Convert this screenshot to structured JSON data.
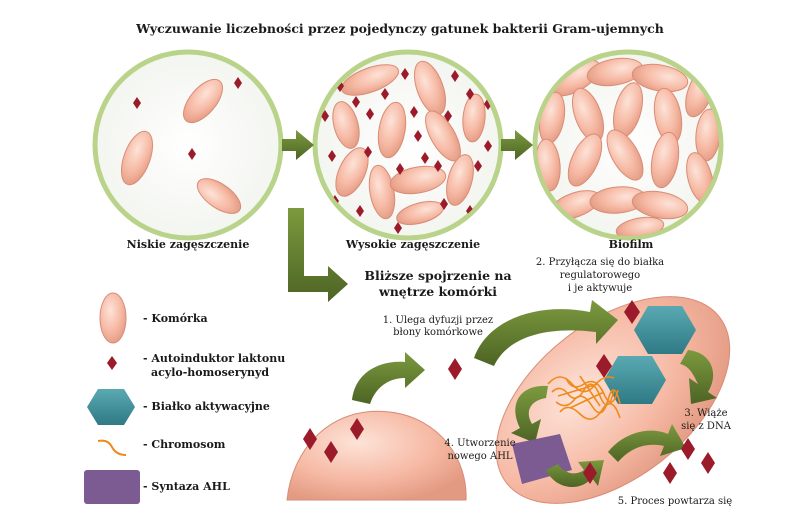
{
  "title": "Wyczuwanie liczebności przez pojedynczy gatunek bakterii Gram-ujemnych",
  "stages": {
    "low": "Niskie zagęszczenie",
    "high": "Wysokie zagęszczenie",
    "biofilm": "Biofilm"
  },
  "closer_look": "Bliższe spojrzenie na wnętrze komórki",
  "legend": {
    "cell": "- Komórka",
    "autoinducer_1": "- Autoinduktor laktonu",
    "autoinducer_2": "acylo-homoserynyd",
    "activator": "- Białko aktywacyjne",
    "chromosome": "- Chromosom",
    "synthase": "- Syntaza AHL"
  },
  "steps": {
    "s1": "1. Ulega dyfuzji przez błony komórkowe",
    "s2_1": "2. Przyłącza się do białka",
    "s2_2": "regulatorowego",
    "s2_3": "i je aktywuje",
    "s3_1": "3. Wiąże",
    "s3_2": "się z DNA",
    "s4_1": "4. Utworzenie",
    "s4_2": "nowego AHL",
    "s5": "5. Proces powtarza się"
  },
  "colors": {
    "cell_fill": "#f6b9a4",
    "cell_stroke": "#d98c76",
    "autoinducer": "#9b1b2a",
    "activator": "#3e8e98",
    "chromosome": "#ef8a1c",
    "synthase": "#7c5a92",
    "arrow": "#5f7a2e",
    "circle_border": "#b9d38a"
  }
}
